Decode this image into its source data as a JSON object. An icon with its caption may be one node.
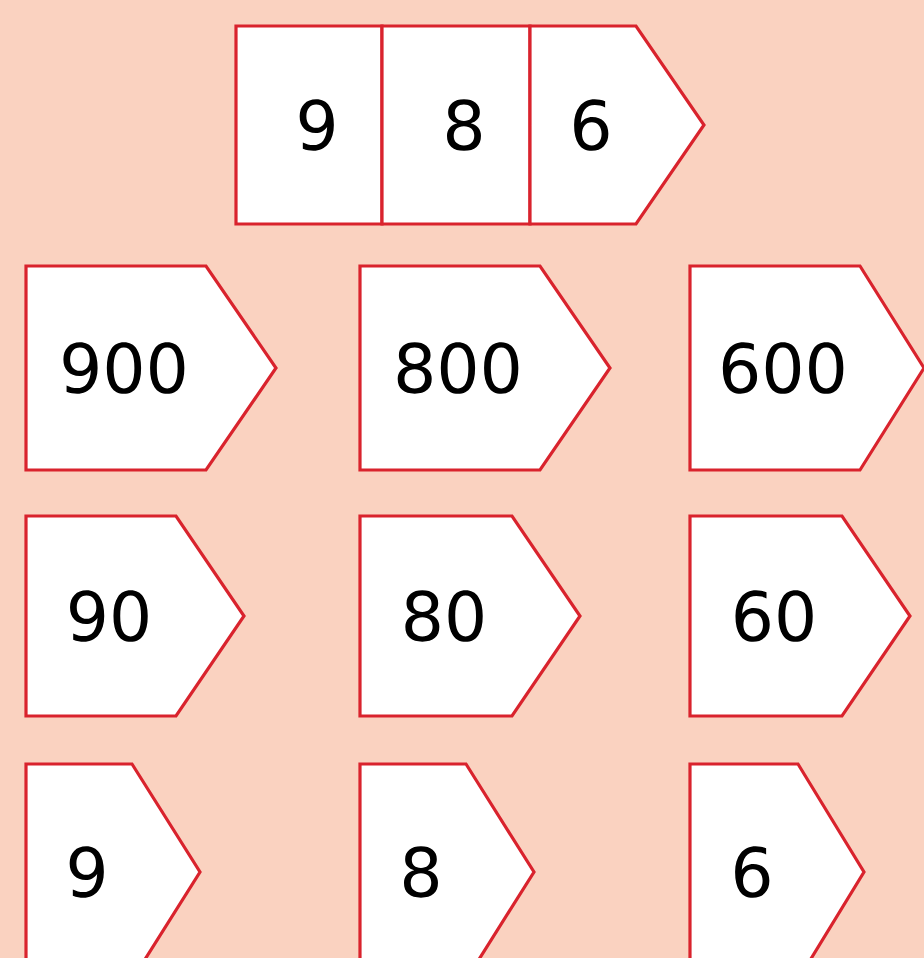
{
  "diagram": {
    "nodes": [
      {
        "text": [
          "9"
        ]
      },
      {
        "text": [
          "8"
        ]
      },
      {
        "text": [
          "6"
        ]
      },
      {
        "text": [
          "900"
        ]
      },
      {
        "text": [
          "800"
        ]
      },
      {
        "text": [
          "600"
        ]
      },
      {
        "text": [
          "90"
        ]
      },
      {
        "text": [
          "80"
        ]
      },
      {
        "text": [
          "60"
        ]
      },
      {
        "text": [
          "9"
        ]
      },
      {
        "text": [
          "8"
        ]
      },
      {
        "text": [
          "6"
        ]
      }
    ]
  }
}
